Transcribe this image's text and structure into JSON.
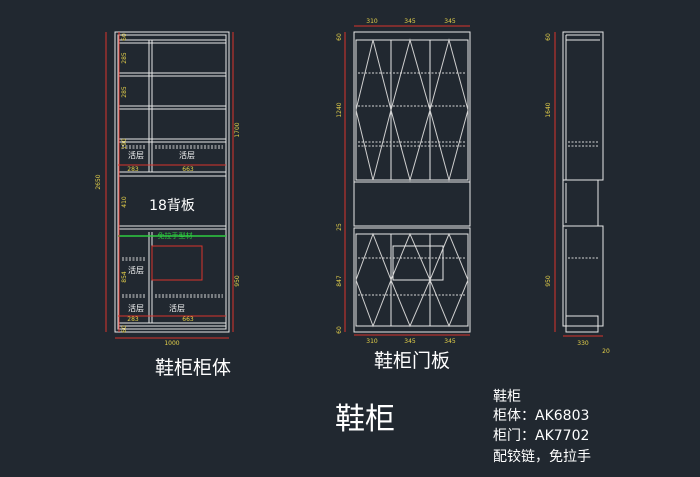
{
  "views": {
    "body": {
      "caption": "鞋柜柜体",
      "dims": {
        "total_height": "2650",
        "upper_height": "1700",
        "lower_height": "950",
        "top": "60",
        "shelf1": "285",
        "shelf2": "285",
        "mid": "190",
        "back_h": "410",
        "lower": "854",
        "bottom": "60",
        "width": "1000",
        "left_w": "283",
        "right_w": "663"
      },
      "labels": {
        "shelf": "活层",
        "back_panel": "18背板",
        "pull_profile": "免拉手型材"
      }
    },
    "door": {
      "caption": "鞋柜门板",
      "dims": {
        "w1": "310",
        "w2": "345",
        "w3": "345",
        "top_h": "60",
        "upper_h": "1240",
        "gap": "25",
        "lower_h": "847",
        "bottom_h": "60"
      }
    },
    "side": {
      "dims": {
        "top": "60",
        "upper": "1640",
        "lower": "950",
        "depth": "330",
        "toe": "20"
      }
    }
  },
  "note": {
    "title": "鞋柜",
    "lines": [
      "鞋柜",
      "柜体：AK6803",
      "柜门：AK7702",
      "配铰链，免拉手"
    ]
  },
  "colors": {
    "background": "#212830",
    "lines": "#e8e8e8",
    "dimension": "#e6d24a",
    "dimension_line": "#d9352c",
    "accent": "#2ecc40"
  }
}
